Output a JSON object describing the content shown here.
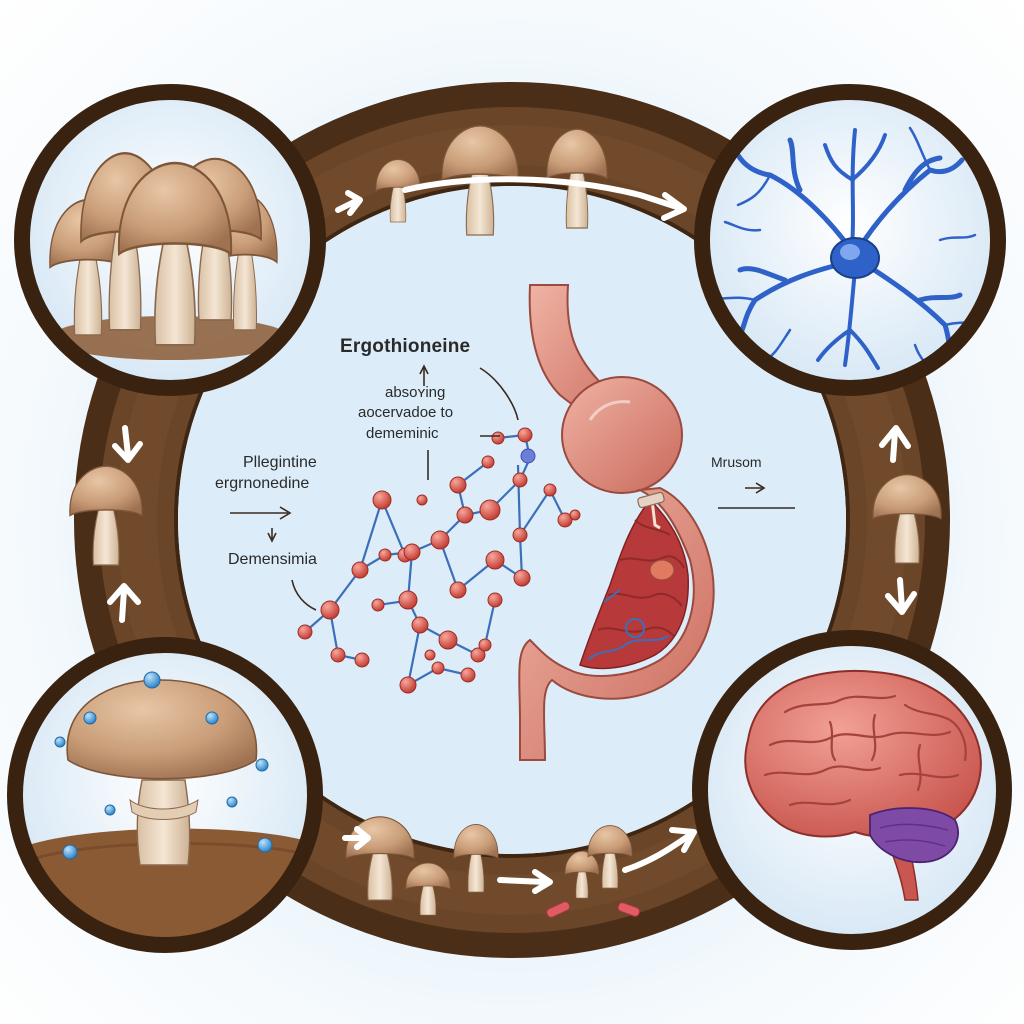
{
  "labels": {
    "ergothioneine": "Ergothioneine",
    "absorbing_line1": "absoʏing",
    "absorbing_line2": "aocervadoe to",
    "absorbing_line3": "dememinic",
    "plegintine_line1": "Pllegintine",
    "plegintine_line2": "ergrnonedine",
    "demensimia": "Demensimia",
    "mrusom": "Mrusom"
  },
  "colors": {
    "ring_brown": "#4a2e17",
    "cap": "#caa07c",
    "stem": "#ead5bd",
    "molecule_red": "#d8554a",
    "bond_blue": "#3d6fb8",
    "neuron_blue": "#2f62c8",
    "brain_pink": "#e07a72",
    "gut_pink": "#d98574",
    "droplet_blue": "#4aa0dc"
  },
  "icons": [
    "mushroom-icon",
    "neuron-icon",
    "brain-icon",
    "stomach-icon",
    "molecule-icon",
    "arrow-icon",
    "droplet-icon"
  ]
}
